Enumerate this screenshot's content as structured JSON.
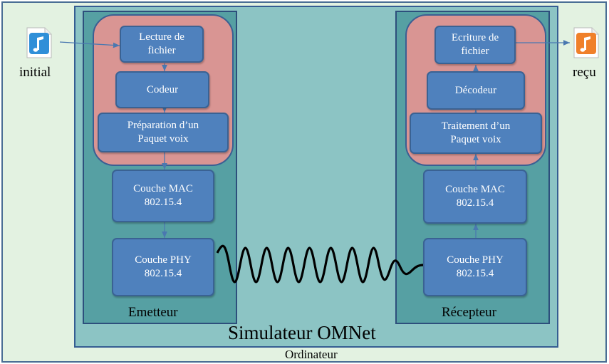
{
  "computer_label": "Ordinateur",
  "simulator_label": "Simulateur OMNet",
  "emitter": {
    "label": "Emetteur",
    "blocks": {
      "read": [
        "Lecture de",
        "fichier"
      ],
      "encoder": "Codeur",
      "packet": [
        "Préparation d’un",
        "Paquet voix"
      ],
      "mac": [
        "Couche MAC",
        "802.15.4"
      ],
      "phy": [
        "Couche PHY",
        "802.15.4"
      ]
    }
  },
  "receiver": {
    "label": "Récepteur",
    "blocks": {
      "write": [
        "Ecriture de",
        "fichier"
      ],
      "decoder": "Décodeur",
      "packet": [
        "Traitement d’un",
        "Paquet voix"
      ],
      "mac": [
        "Couche MAC",
        "802.15.4"
      ],
      "phy": [
        "Couche PHY",
        "802.15.4"
      ]
    }
  },
  "files": {
    "initial": {
      "label": "initial",
      "icon": "audio-file-icon",
      "color": "#2f8fd8"
    },
    "received": {
      "label": "reçu",
      "icon": "audio-file-icon",
      "color": "#f0802a"
    }
  },
  "colors": {
    "computer": "#e3f2e1",
    "simulator": "#8cc4c4",
    "device": "#56a0a3",
    "app": "#d99593",
    "block": "#4f81bd"
  }
}
